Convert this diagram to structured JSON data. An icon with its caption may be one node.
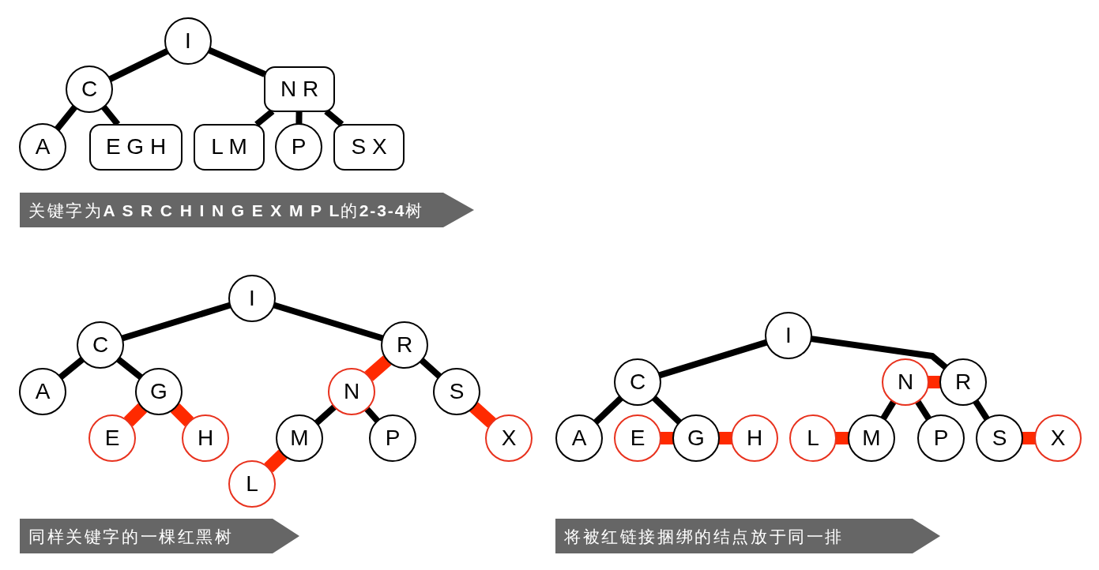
{
  "diagram": {
    "nodes": [
      {
        "text": [
          "I"
        ]
      },
      {
        "text": [
          "C"
        ]
      },
      {
        "text": [
          "N R"
        ]
      },
      {
        "text": [
          "A"
        ]
      },
      {
        "text": [
          "E G H"
        ]
      },
      {
        "text": [
          "L M"
        ]
      },
      {
        "text": [
          "P"
        ]
      },
      {
        "text": [
          "S X"
        ]
      },
      {
        "text": [
          "关键字为**A S R C H I N G E X M P L**的**2-3-4**树"
        ]
      },
      {
        "text": [
          "I"
        ]
      },
      {
        "text": [
          "C"
        ]
      },
      {
        "text": [
          "R"
        ]
      },
      {
        "text": [
          "A"
        ]
      },
      {
        "text": [
          "G"
        ]
      },
      {
        "text": [
          "N"
        ]
      },
      {
        "text": [
          "S"
        ]
      },
      {
        "text": [
          "E"
        ]
      },
      {
        "text": [
          "H"
        ]
      },
      {
        "text": [
          "M"
        ]
      },
      {
        "text": [
          "P"
        ]
      },
      {
        "text": [
          "X"
        ]
      },
      {
        "text": [
          "L"
        ]
      },
      {
        "text": [
          "同样关键字的一棵红黑树"
        ]
      },
      {
        "text": [
          "I"
        ]
      },
      {
        "text": [
          "C"
        ]
      },
      {
        "text": [
          "N"
        ]
      },
      {
        "text": [
          "R"
        ]
      },
      {
        "text": [
          "A"
        ]
      },
      {
        "text": [
          "E"
        ]
      },
      {
        "text": [
          "G"
        ]
      },
      {
        "text": [
          "H"
        ]
      },
      {
        "text": [
          "L"
        ]
      },
      {
        "text": [
          "M"
        ]
      },
      {
        "text": [
          "P"
        ]
      },
      {
        "text": [
          "S"
        ]
      },
      {
        "text": [
          "X"
        ]
      },
      {
        "text": [
          "将被红链接捆绑的结点放于同一排"
        ]
      }
    ],
    "edges": [
      {
        "from": 0,
        "to": 1,
        "arrow": "none"
      },
      {
        "from": 0,
        "to": 2,
        "arrow": "none"
      },
      {
        "from": 1,
        "to": 3,
        "arrow": "none"
      },
      {
        "from": 1,
        "to": 4,
        "arrow": "none"
      },
      {
        "from": 2,
        "to": 5,
        "arrow": "none"
      },
      {
        "from": 2,
        "to": 6,
        "arrow": "none"
      },
      {
        "from": 2,
        "to": 7,
        "arrow": "none"
      },
      {
        "from": 9,
        "to": 10,
        "arrow": "none"
      },
      {
        "from": 9,
        "to": 11,
        "arrow": "none"
      },
      {
        "from": 10,
        "to": 12,
        "arrow": "none"
      },
      {
        "from": 10,
        "to": 13,
        "arrow": "none"
      },
      {
        "from": 11,
        "to": 14,
        "arrow": "none",
        "style": "thick",
        "color": "#ff2a00"
      },
      {
        "from": 11,
        "to": 15,
        "arrow": "none"
      },
      {
        "from": 13,
        "to": 16,
        "arrow": "none",
        "style": "thick",
        "color": "#ff2a00"
      },
      {
        "from": 13,
        "to": 17,
        "arrow": "none",
        "style": "thick",
        "color": "#ff2a00"
      },
      {
        "from": 14,
        "to": 18,
        "arrow": "none"
      },
      {
        "from": 14,
        "to": 19,
        "arrow": "none"
      },
      {
        "from": 15,
        "to": 20,
        "arrow": "none",
        "style": "thick",
        "color": "#ff2a00"
      },
      {
        "from": 18,
        "to": 21,
        "arrow": "none",
        "style": "thick",
        "color": "#ff2a00"
      },
      {
        "from": 23,
        "to": 24,
        "arrow": "none"
      },
      {
        "from": 23,
        "to": 26,
        "arrow": "none"
      },
      {
        "from": 26,
        "to": 25,
        "arrow": "none",
        "style": "thick",
        "color": "#ff2a00"
      },
      {
        "from": 24,
        "to": 27,
        "arrow": "none"
      },
      {
        "from": 24,
        "to": 29,
        "arrow": "none"
      },
      {
        "from": 29,
        "to": 28,
        "arrow": "none",
        "style": "thick",
        "color": "#ff2a00"
      },
      {
        "from": 29,
        "to": 30,
        "arrow": "none",
        "style": "thick",
        "color": "#ff2a00"
      },
      {
        "from": 25,
        "to": 32,
        "arrow": "none"
      },
      {
        "from": 25,
        "to": 33,
        "arrow": "none"
      },
      {
        "from": 32,
        "to": 31,
        "arrow": "none",
        "style": "thick",
        "color": "#ff2a00"
      },
      {
        "from": 26,
        "to": 34,
        "arrow": "none"
      },
      {
        "from": 34,
        "to": 35,
        "arrow": "none",
        "style": "thick",
        "color": "#ff2a00"
      }
    ]
  }
}
